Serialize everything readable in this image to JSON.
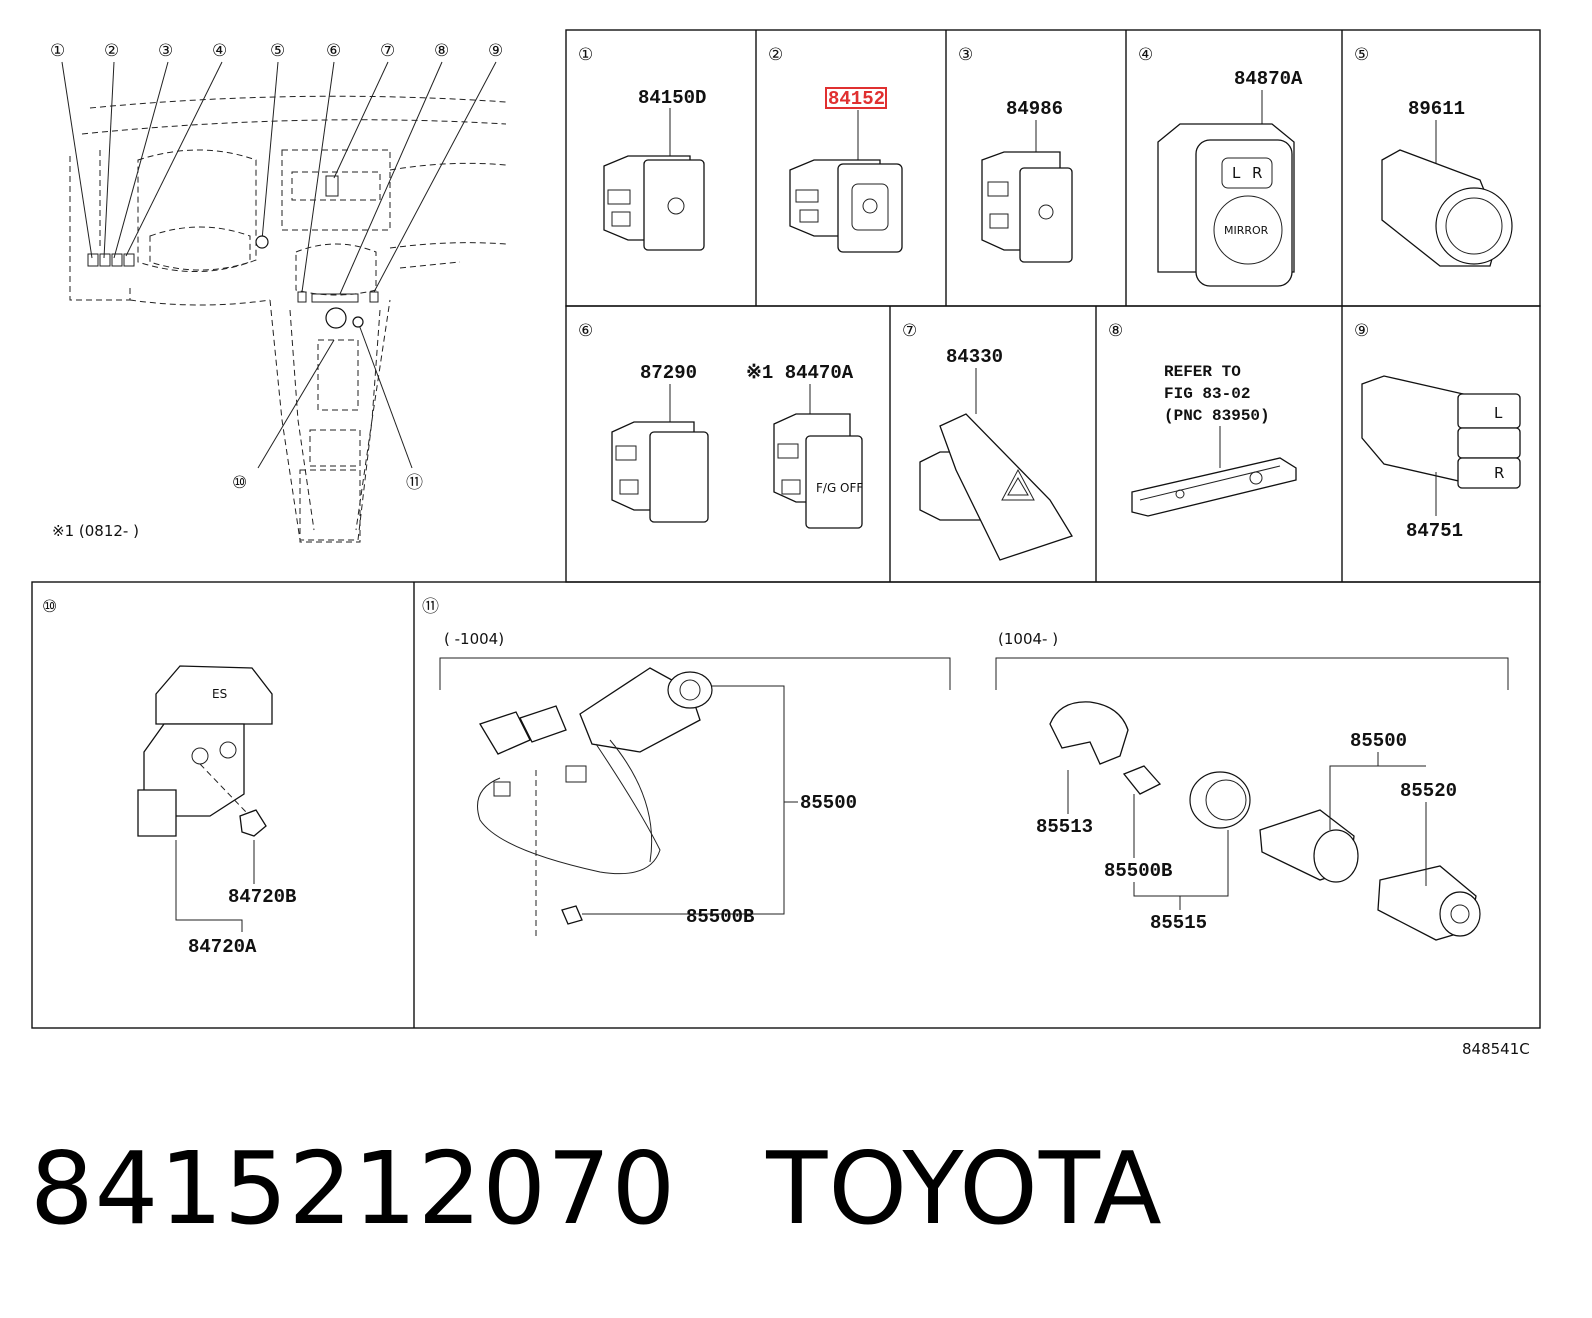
{
  "callouts": [
    "①",
    "②",
    "③",
    "④",
    "⑤",
    "⑥",
    "⑦",
    "⑧",
    "⑨",
    "⑩",
    "⑪"
  ],
  "overview_note": "※1 (0812-    )",
  "panels": {
    "p1": {
      "num": "①",
      "parts": [
        "84150D"
      ]
    },
    "p2": {
      "num": "②",
      "parts": [
        "84152"
      ]
    },
    "p3": {
      "num": "③",
      "parts": [
        "84986"
      ]
    },
    "p4": {
      "num": "④",
      "parts": [
        "84870A"
      ],
      "button_labels": [
        "L",
        "R",
        "MIRROR"
      ]
    },
    "p5": {
      "num": "⑤",
      "parts": [
        "89611"
      ]
    },
    "p6": {
      "num": "⑥",
      "parts": [
        "87290",
        "※1 84470A"
      ],
      "button_labels": [
        "F/G OFF"
      ]
    },
    "p7": {
      "num": "⑦",
      "parts": [
        "84330"
      ]
    },
    "p8": {
      "num": "⑧",
      "refer": [
        "REFER TO",
        "FIG 83-02",
        "(PNC 83950)"
      ]
    },
    "p9": {
      "num": "⑨",
      "parts": [
        "84751"
      ],
      "button_labels": [
        "L",
        "R"
      ]
    },
    "p10": {
      "num": "⑩",
      "parts": [
        "84720B",
        "84720A"
      ],
      "button_labels": [
        "ES"
      ]
    },
    "p11": {
      "num": "⑪",
      "left_range": "(      -1004)",
      "right_range": "(1004-      )",
      "left_parts": [
        "85500",
        "85500B"
      ],
      "right_parts": [
        "85500",
        "85520",
        "85513",
        "85500B",
        "85515"
      ]
    }
  },
  "highlight_color": "#e03030",
  "figure_code": "848541C",
  "caption": {
    "part_number": "8415212070",
    "brand": "TOYOTA"
  }
}
